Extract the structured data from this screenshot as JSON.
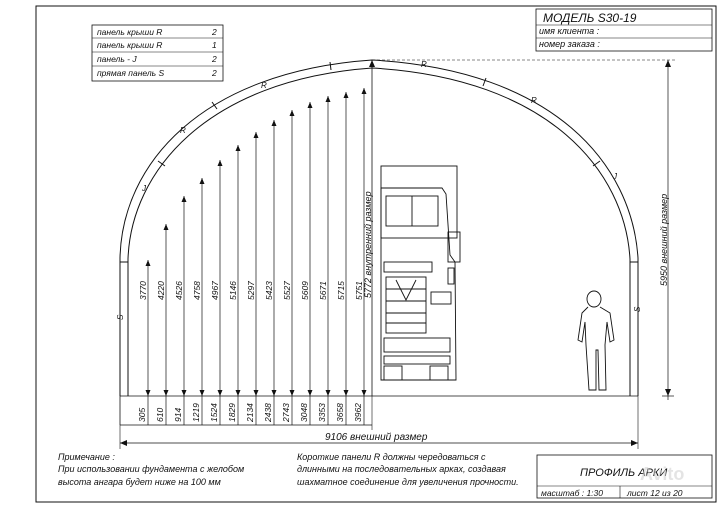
{
  "title_block": {
    "model": "МОДЕЛЬ S30-19",
    "client": "имя клиента :",
    "order": "номер заказа :"
  },
  "legend": [
    {
      "label": "панель крыши  R",
      "qty": "2"
    },
    {
      "label": "панель крыши  R",
      "qty": "1"
    },
    {
      "label": "панель - J",
      "qty": "2"
    },
    {
      "label": "прямая панель  S",
      "qty": "2"
    }
  ],
  "panel_marks": {
    "roof": "R",
    "j": "J",
    "straight": "S"
  },
  "heights": [
    "3770",
    "4220",
    "4526",
    "4758",
    "4967",
    "5146",
    "5297",
    "5423",
    "5527",
    "5609",
    "5671",
    "5715",
    "5751"
  ],
  "offsets": [
    "305",
    "610",
    "914",
    "1219",
    "1524",
    "1829",
    "2134",
    "2438",
    "2743",
    "3048",
    "3353",
    "3658",
    "3962"
  ],
  "inner_height": "5772 внутренний размер",
  "outer_height": "5950 внешний размер",
  "outer_width": "9106 внешний размер",
  "notes": {
    "left_title": "Примечание :",
    "left_lines": [
      "При использовании фундамента с желобом",
      "высота ангара будет ниже на  100 мм"
    ],
    "right_lines": [
      "Короткие панели  R  должны чередоваться с",
      "длинными на последовательных арках, создавая",
      "шахматное соединение для увеличения прочности."
    ]
  },
  "footer": {
    "title": "ПРОФИЛЬ АРКИ",
    "scale": "масштаб : 1:30",
    "sheet": "лист 12 из 20",
    "watermark": "Avito"
  }
}
